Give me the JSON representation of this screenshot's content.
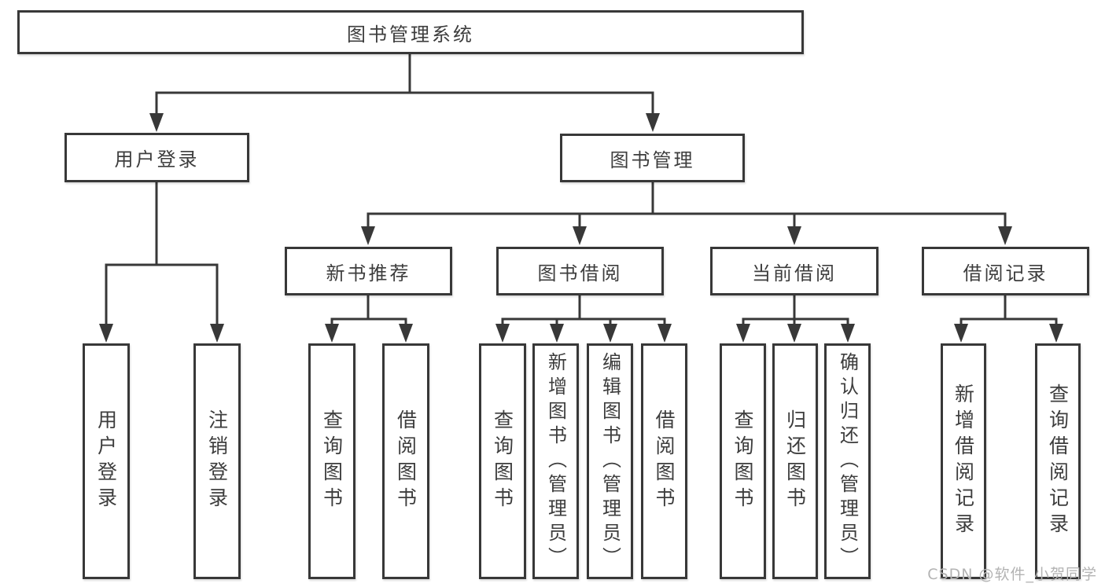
{
  "diagram": {
    "root": {
      "label": "图书管理系统"
    },
    "level2": [
      {
        "label": "用户登录"
      },
      {
        "label": "图书管理"
      }
    ],
    "level3": [
      {
        "label": "新书推荐"
      },
      {
        "label": "图书借阅"
      },
      {
        "label": "当前借阅"
      },
      {
        "label": "借阅记录"
      }
    ],
    "leaves": [
      {
        "label": "用户登录"
      },
      {
        "label": "注销登录"
      },
      {
        "label": "查询图书"
      },
      {
        "label": "借阅图书"
      },
      {
        "label": "查询图书"
      },
      {
        "label": "新增图书（管理员）"
      },
      {
        "label": "编辑图书（管理员）"
      },
      {
        "label": "借阅图书"
      },
      {
        "label": "查询图书"
      },
      {
        "label": "归还图书"
      },
      {
        "label": "确认归还（管理员）"
      },
      {
        "label": "新增借阅记录"
      },
      {
        "label": "查询借阅记录"
      }
    ],
    "hierarchy": {
      "图书管理系统": {
        "用户登录": [
          "用户登录",
          "注销登录"
        ],
        "图书管理": {
          "新书推荐": [
            "查询图书",
            "借阅图书"
          ],
          "图书借阅": [
            "查询图书",
            "新增图书（管理员）",
            "编辑图书（管理员）",
            "借阅图书"
          ],
          "当前借阅": [
            "查询图书",
            "归还图书",
            "确认归还（管理员）"
          ],
          "借阅记录": [
            "新增借阅记录",
            "查询借阅记录"
          ]
        }
      }
    }
  },
  "watermark": {
    "text": "CSDN @软件_小贺同学"
  },
  "colors": {
    "line": "#383838",
    "text": "#3d3d3d",
    "watermark": "#b3b3b3",
    "background": "#ffffff"
  }
}
